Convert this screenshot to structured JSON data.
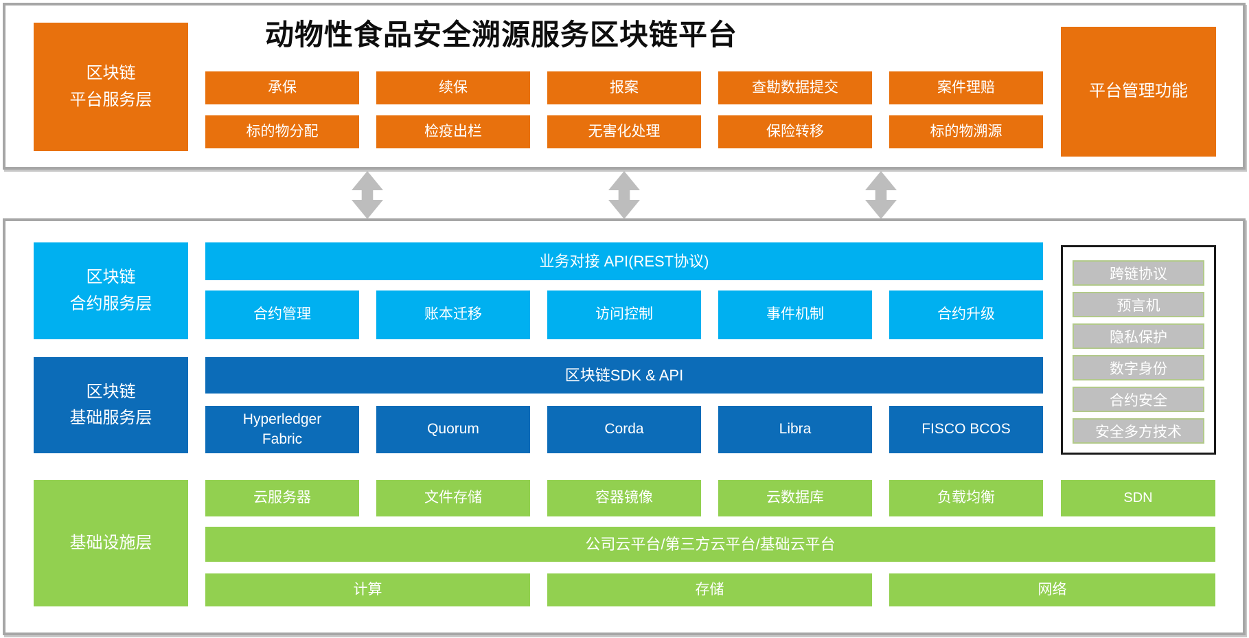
{
  "title": "动物性食品安全溯源服务区块链平台",
  "colors": {
    "orange": "#E8710D",
    "light_blue": "#00B0F0",
    "dark_blue": "#0C6CB8",
    "green": "#92D050",
    "gray_button": "#BFBFBF",
    "gray_button_border": "#B2C98A",
    "arrow_gray": "#BDBDBD",
    "frame_gray": "#A6A6A6",
    "sidebar_border": "#1A1A1A"
  },
  "top_section": {
    "left_label": "区块链\n平台服务层",
    "right_label": "平台管理功能",
    "row1": [
      "承保",
      "续保",
      "报案",
      "查勘数据提交",
      "案件理赔"
    ],
    "row2": [
      "标的物分配",
      "检疫出栏",
      "无害化处理",
      "保险转移",
      "标的物溯源"
    ]
  },
  "contract_layer": {
    "left_label": "区块链\n合约服务层",
    "api_bar": "业务对接 API(REST协议)",
    "buttons": [
      "合约管理",
      "账本迁移",
      "访问控制",
      "事件机制",
      "合约升级"
    ]
  },
  "base_layer": {
    "left_label": "区块链\n基础服务层",
    "sdk_bar": "区块链SDK & API",
    "buttons": [
      "Hyperledger\nFabric",
      "Quorum",
      "Corda",
      "Libra",
      "FISCO BCOS"
    ]
  },
  "security_sidebar": {
    "items": [
      "跨链协议",
      "预言机",
      "隐私保护",
      "数字身份",
      "合约安全",
      "安全多方技术"
    ]
  },
  "infra_layer": {
    "left_label": "基础设施层",
    "row1": [
      "云服务器",
      "文件存储",
      "容器镜像",
      "云数据库",
      "负载均衡",
      "SDN"
    ],
    "cloud_bar": "公司云平台/第三方云平台/基础云平台",
    "row2": [
      "计算",
      "存储",
      "网络"
    ]
  }
}
